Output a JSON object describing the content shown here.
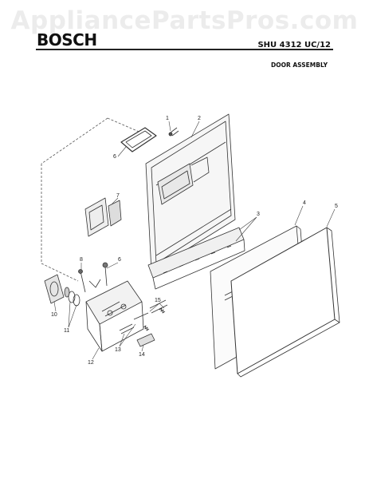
{
  "watermark": "AppliancePartsPros.com",
  "header": {
    "brand": "BOSCH",
    "model": "SHU 4312 UC/12",
    "section": "DOOR ASSEMBLY"
  },
  "callouts": [
    {
      "id": "1",
      "label": "1"
    },
    {
      "id": "2",
      "label": "2"
    },
    {
      "id": "3",
      "label": "3"
    },
    {
      "id": "4",
      "label": "4"
    },
    {
      "id": "5",
      "label": "5"
    },
    {
      "id": "6a",
      "label": "6"
    },
    {
      "id": "6b",
      "label": "6"
    },
    {
      "id": "7",
      "label": "7"
    },
    {
      "id": "8",
      "label": "8"
    },
    {
      "id": "10",
      "label": "10"
    },
    {
      "id": "11",
      "label": "11"
    },
    {
      "id": "12",
      "label": "12"
    },
    {
      "id": "13",
      "label": "13"
    },
    {
      "id": "14",
      "label": "14"
    },
    {
      "id": "15",
      "label": "15"
    }
  ]
}
